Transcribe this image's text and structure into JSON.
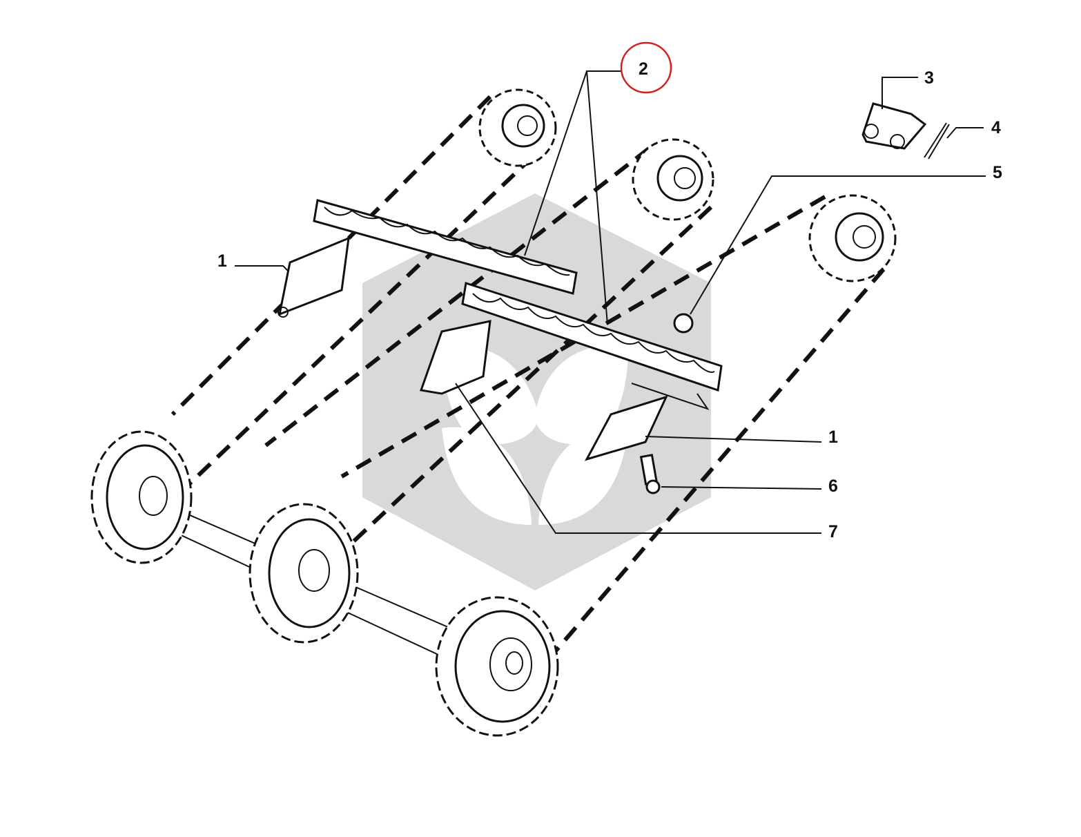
{
  "callouts": {
    "c1_left": "1",
    "c2": "2",
    "c3": "3",
    "c4": "4",
    "c5": "5",
    "c1_right": "1",
    "c6": "6",
    "c7": "7"
  },
  "colors": {
    "highlight_circle": "#d42020",
    "watermark": "#d9d9d9",
    "ink": "#111111"
  }
}
